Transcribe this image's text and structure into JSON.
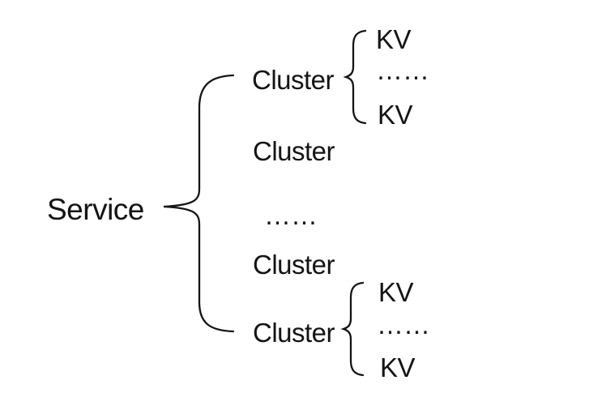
{
  "colors": {
    "ink": "#141414",
    "background": "#ffffff"
  },
  "tree": {
    "service_label": "Service",
    "rows": [
      {
        "label": "Cluster",
        "kv_items": [
          "KV",
          "……",
          "KV"
        ]
      },
      {
        "label": "Cluster"
      },
      {
        "label": "……"
      },
      {
        "label": "Cluster"
      },
      {
        "label": "Cluster",
        "kv_items": [
          "KV",
          "……",
          "KV"
        ]
      }
    ]
  }
}
